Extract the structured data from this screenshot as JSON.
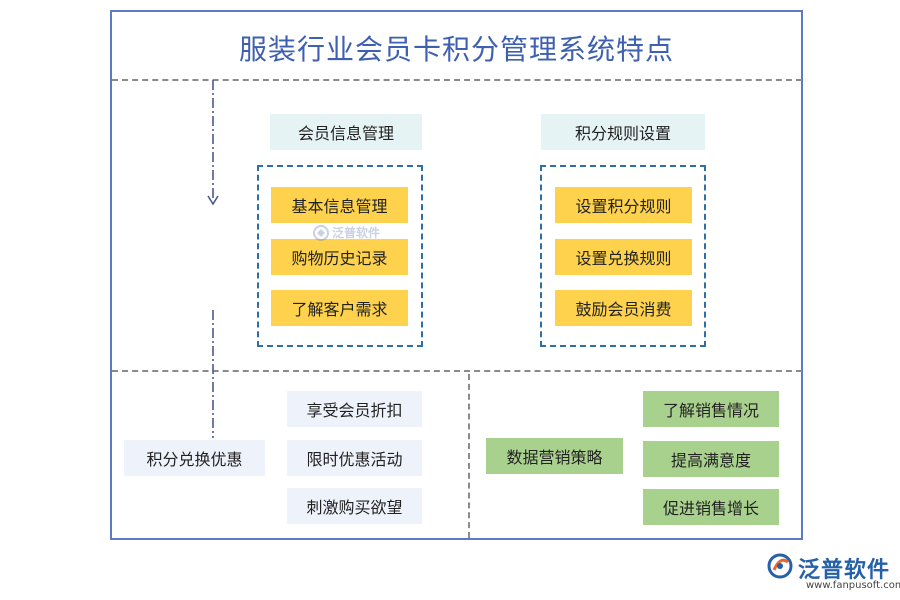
{
  "title": "服装行业会员卡积分管理系统特点",
  "sections": {
    "member_info": {
      "header": "会员信息管理",
      "items": [
        "基本信息管理",
        "购物历史记录",
        "了解客户需求"
      ]
    },
    "points_rules": {
      "header": "积分规则设置",
      "items": [
        "设置积分规则",
        "设置兑换规则",
        "鼓励会员消费"
      ]
    },
    "redemption": {
      "label": "积分兑换优惠",
      "items": [
        "享受会员折扣",
        "限时优惠活动",
        "刺激购买欲望"
      ]
    },
    "marketing": {
      "label": "数据营销策略",
      "items": [
        "了解销售情况",
        "提高满意度",
        "促进销售增长"
      ]
    }
  },
  "logo": {
    "name": "泛普软件",
    "url": "www.fanpusoft.com",
    "icon": "fanpu-logo-icon"
  },
  "watermark": {
    "text": "泛普软件",
    "icon": "fanpu-watermark-icon"
  },
  "colors": {
    "frame": "#5b7cc4",
    "title": "#3f60b0",
    "yellow": "#ffd24d",
    "green": "#a9d18e",
    "light_blue": "#e6f3f4",
    "pale_lavender": "#eef2fb",
    "group_border": "#2f6fa8"
  }
}
